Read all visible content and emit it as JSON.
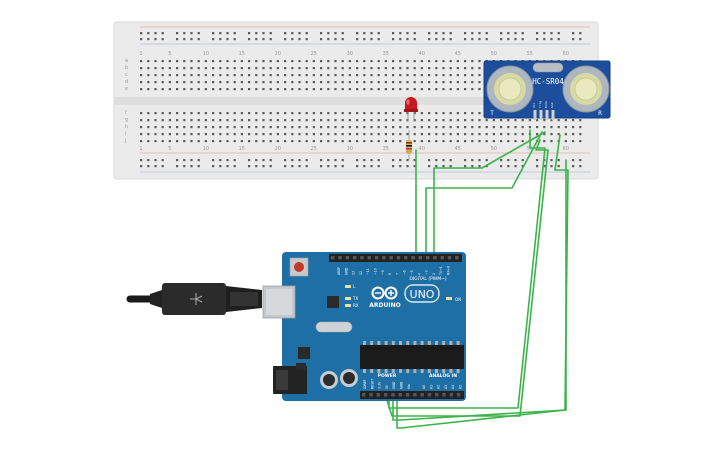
{
  "breadboard": {
    "column_numbers": [
      "1",
      "5",
      "10",
      "15",
      "20",
      "25",
      "30",
      "35",
      "40",
      "45",
      "50",
      "55",
      "60"
    ],
    "row_letters_top": [
      "a",
      "b",
      "c",
      "d",
      "e"
    ],
    "row_letters_bottom": [
      "f",
      "g",
      "h",
      "i",
      "j"
    ]
  },
  "sensor": {
    "model": "HC-SR04",
    "left_mark": "T",
    "right_mark": "R",
    "pins": [
      "Vcc",
      "Trig",
      "Echo",
      "Gnd"
    ]
  },
  "arduino": {
    "brand": "ARDUINO",
    "model": "UNO",
    "digital_label": "DIGITAL (PWM~)",
    "power_label": "POWER",
    "analog_label": "ANALOG IN",
    "on_label": "ON",
    "led_labels": [
      "L",
      "TX",
      "RX"
    ],
    "digital_pins": [
      "AREF",
      "GND",
      "13",
      "12",
      "~11",
      "~10",
      "~9",
      "8",
      "7",
      "~6",
      "~5",
      "4",
      "~3",
      "2",
      "TX→1",
      "RX←0"
    ],
    "power_pins": [
      "IOREF",
      "RESET",
      "3.3V",
      "5V",
      "GND",
      "GND",
      "Vin"
    ],
    "analog_pins": [
      "A0",
      "A1",
      "A2",
      "A3",
      "A4",
      "A5"
    ]
  },
  "colors": {
    "wire": "#3cb34a",
    "arduino_board": "#1d6fa5",
    "sensor_board": "#1c4e9d",
    "breadboard": "#ebebeb",
    "led": "#c8191e"
  }
}
